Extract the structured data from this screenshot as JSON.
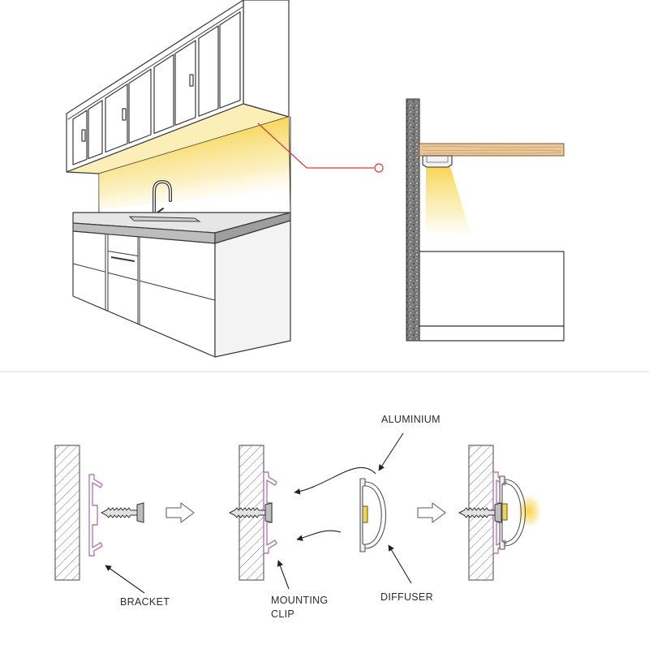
{
  "labels": {
    "aluminium": "ALUMINIUM",
    "bracket": "BRACKET",
    "mounting_clip_line1": "MOUNTING",
    "mounting_clip_line2": "CLIP",
    "diffuser": "DIFFUSER"
  },
  "colors": {
    "led_light": "#f7d34a",
    "callout_line": "#d9363e",
    "clip_outline": "#b07db4",
    "wood": "#e9c89b"
  }
}
